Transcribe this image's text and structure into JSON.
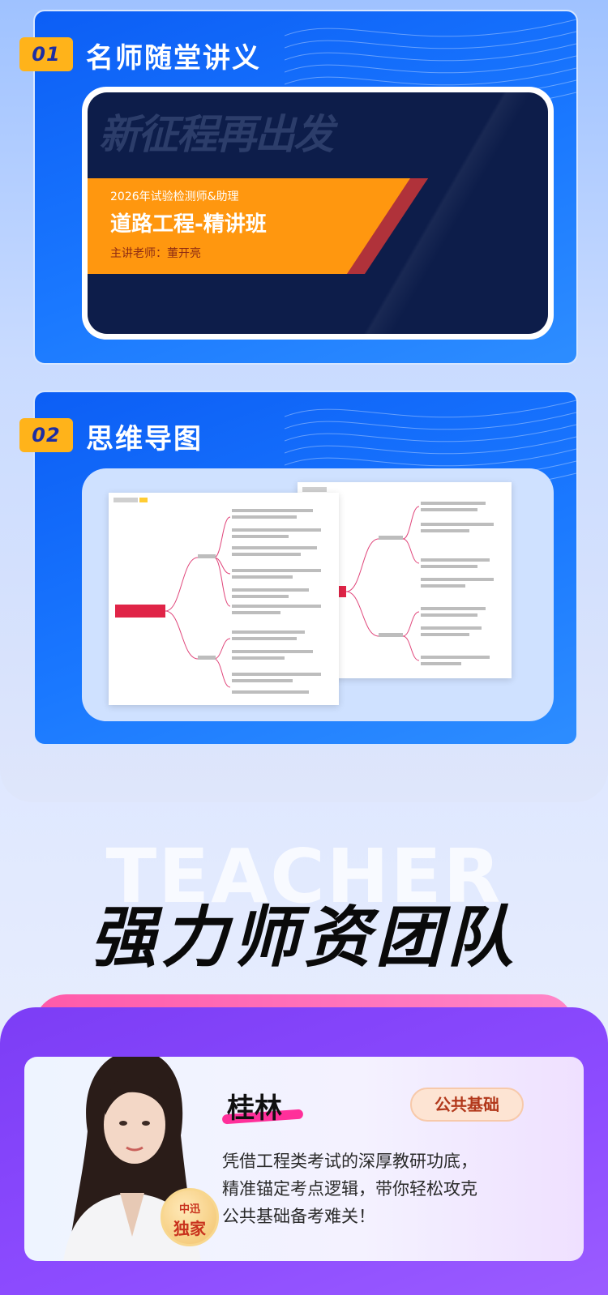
{
  "section1": {
    "number": "01",
    "title": "名师随堂讲义",
    "cover": {
      "calligraphy": "新征程再出发",
      "subtitle": "2026年试验检测师&助理",
      "title": "道路工程-精讲班",
      "teacher": "主讲老师：董开亮"
    }
  },
  "section2": {
    "number": "02",
    "title": "思维导图"
  },
  "team": {
    "background_word": "TEACHER",
    "title": "强力师资团队"
  },
  "teacher": {
    "name": "桂林",
    "badge": "公共基础",
    "description": [
      "凭借工程类考试的深厚教研功底，",
      "精准锚定考点逻辑，带你轻松攻克",
      "公共基础备考难关！"
    ],
    "seal_top": "中迅",
    "seal_bottom": "独家"
  },
  "colors": {
    "card_blue": "#0c5ef5",
    "tag_yellow": "#ffb31a",
    "stripe_orange": "#ff970f",
    "purple": "#8d4cff",
    "pink": "#ff5aa9"
  }
}
